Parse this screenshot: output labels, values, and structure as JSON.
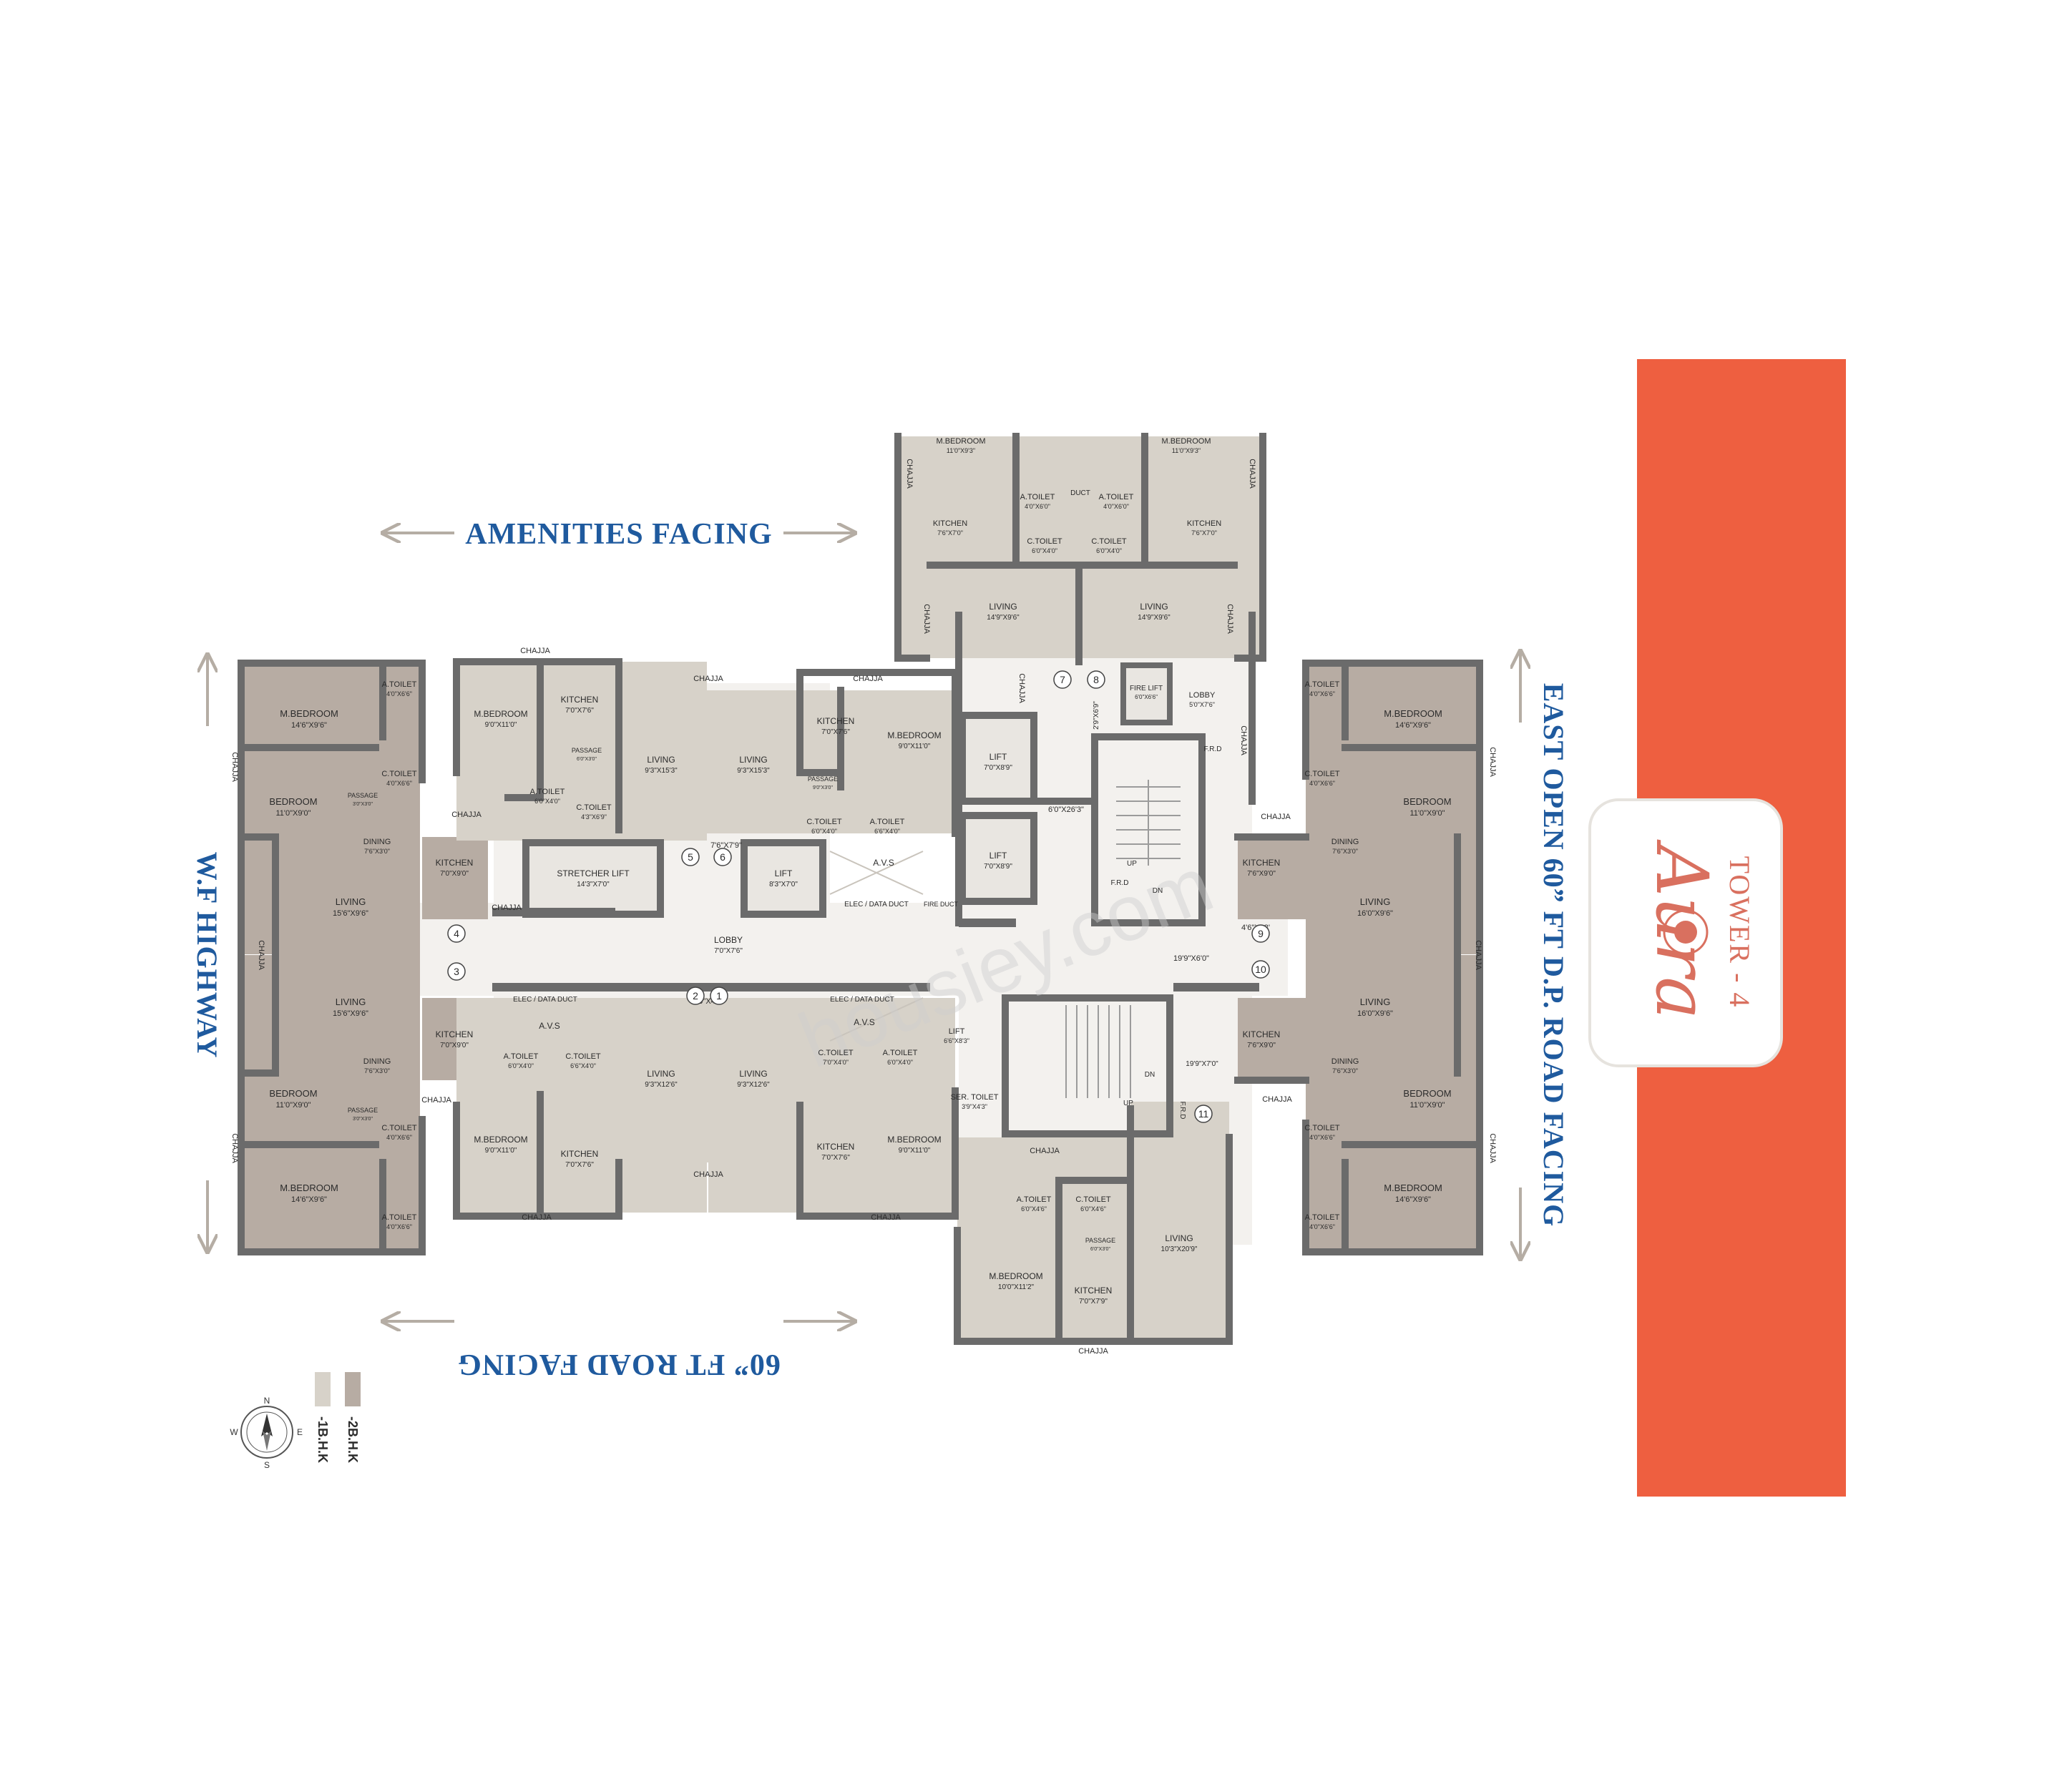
{
  "colors": {
    "brand_bar": "#ee5f40",
    "two_bhk": "#b7aca3",
    "one_bhk": "#d7d2c9",
    "wall": "#6b6b6b",
    "caption": "#1f5a9e",
    "logo": "#d9705f"
  },
  "brand": {
    "tower": "TOWER - 4",
    "name": "Aura"
  },
  "captions": {
    "top": "AMENITIES FACING",
    "bottom": "60” FT ROAD FACING",
    "left": "W.F HIGHWAY",
    "right": "EAST OPEN 60” FT D.P. ROAD FACING"
  },
  "legend": [
    {
      "label": "-1B.H.K",
      "color": "#d7d2c9"
    },
    {
      "label": "-2B.H.K",
      "color": "#b7aca3"
    }
  ],
  "compass": {
    "n": "N",
    "s": "S",
    "e": "E",
    "w": "W"
  },
  "watermark": "housiey.com",
  "rooms": {
    "tl_mbed": {
      "name": "M.BEDROOM",
      "dim": "14'6\"X9'6\""
    },
    "tl_atoilet": {
      "name": "A.TOILET",
      "dim": "4'0\"X6'6\""
    },
    "tl_bed": {
      "name": "BEDROOM",
      "dim": "11'0\"X9'0\""
    },
    "tl_ctoilet": {
      "name": "C.TOILET",
      "dim": "4'0\"X6'6\""
    },
    "tl_passage": {
      "name": "PASSAGE",
      "dim": "3'0\"X3'0\""
    },
    "tl_dining": {
      "name": "DINING",
      "dim": "7'6\"X3'0\""
    },
    "tl_kitchen": {
      "name": "KITCHEN",
      "dim": "7'0\"X9'0\""
    },
    "tl_living": {
      "name": "LIVING",
      "dim": "15'6\"X9'6\""
    },
    "bl_living": {
      "name": "LIVING",
      "dim": "15'6\"X9'6\""
    },
    "bl_kitchen": {
      "name": "KITCHEN",
      "dim": "7'0\"X9'0\""
    },
    "bl_dining": {
      "name": "DINING",
      "dim": "7'6\"X3'0\""
    },
    "bl_bed": {
      "name": "BEDROOM",
      "dim": "11'0\"X9'0\""
    },
    "bl_passage": {
      "name": "PASSAGE",
      "dim": "3'0\"X3'0\""
    },
    "bl_ctoilet": {
      "name": "C.TOILET",
      "dim": "4'0\"X6'6\""
    },
    "bl_mbed": {
      "name": "M.BEDROOM",
      "dim": "14'6\"X9'6\""
    },
    "bl_atoilet": {
      "name": "A.TOILET",
      "dim": "4'0\"X6'6\""
    },
    "u5_mbed": {
      "name": "M.BEDROOM",
      "dim": "9'0\"X11'0\""
    },
    "u5_kitchen": {
      "name": "KITCHEN",
      "dim": "7'0\"X7'6\""
    },
    "u5_passage": {
      "name": "PASSAGE",
      "dim": "6'0\"X3'0\""
    },
    "u5_atoilet": {
      "name": "A.TOILET",
      "dim": "6'0\"X4'0\""
    },
    "u5_ctoilet": {
      "name": "C.TOILET",
      "dim": "4'3\"X6'9\""
    },
    "u5_living": {
      "name": "LIVING",
      "dim": "9'3\"X15'3\""
    },
    "u6_living": {
      "name": "LIVING",
      "dim": "9'3\"X15'3\""
    },
    "u6_kitchen": {
      "name": "KITCHEN",
      "dim": "7'0\"X7'6\""
    },
    "u6_mbed": {
      "name": "M.BEDROOM",
      "dim": "9'0\"X11'0\""
    },
    "u6_passage": {
      "name": "PASSAGE",
      "dim": "9'0\"X3'0\""
    },
    "u6_ctoilet": {
      "name": "C.TOILET",
      "dim": "6'0\"X4'0\""
    },
    "u6_atoilet": {
      "name": "A.TOILET",
      "dim": "6'6\"X4'0\""
    },
    "u7_mbed": {
      "name": "M.BEDROOM",
      "dim": "11'0\"X9'3\""
    },
    "u7_kitchen": {
      "name": "KITCHEN",
      "dim": "7'6\"X7'0\""
    },
    "u7_atoilet": {
      "name": "A.TOILET",
      "dim": "4'0\"X6'0\""
    },
    "u7_ctoilet": {
      "name": "C.TOILET",
      "dim": "6'0\"X4'0\""
    },
    "u7_living": {
      "name": "LIVING",
      "dim": "14'9\"X9'6\""
    },
    "u8_mbed": {
      "name": "M.BEDROOM",
      "dim": "11'0\"X9'3\""
    },
    "u8_kitchen": {
      "name": "KITCHEN",
      "dim": "7'6\"X7'0\""
    },
    "u8_atoilet": {
      "name": "A.TOILET",
      "dim": "4'0\"X6'0\""
    },
    "u8_ctoilet": {
      "name": "C.TOILET",
      "dim": "6'0\"X4'0\""
    },
    "u8_living": {
      "name": "LIVING",
      "dim": "14'9\"X9'6\""
    },
    "u2_living": {
      "name": "LIVING",
      "dim": "9'3\"X12'6\""
    },
    "u2_mbed": {
      "name": "M.BEDROOM",
      "dim": "9'0\"X11'0\""
    },
    "u2_kitchen": {
      "name": "KITCHEN",
      "dim": "7'0\"X7'6\""
    },
    "u2_atoilet": {
      "name": "A.TOILET",
      "dim": "6'0\"X4'0\""
    },
    "u2_ctoilet": {
      "name": "C.TOILET",
      "dim": "6'6\"X4'0\""
    },
    "u1_living": {
      "name": "LIVING",
      "dim": "9'3\"X12'6\""
    },
    "u1_mbed": {
      "name": "M.BEDROOM",
      "dim": "9'0\"X11'0\""
    },
    "u1_kitchen": {
      "name": "KITCHEN",
      "dim": "7'0\"X7'6\""
    },
    "u1_ctoilet": {
      "name": "C.TOILET",
      "dim": "7'0\"X4'0\""
    },
    "u1_atoilet": {
      "name": "A.TOILET",
      "dim": "6'0\"X4'0\""
    },
    "u11_living": {
      "name": "LIVING",
      "dim": "10'3\"X20'9\""
    },
    "u11_mbed": {
      "name": "M.BEDROOM",
      "dim": "10'0\"X11'2\""
    },
    "u11_kitchen": {
      "name": "KITCHEN",
      "dim": "7'0\"X7'9\""
    },
    "u11_atoilet": {
      "name": "A.TOILET",
      "dim": "6'0\"X4'6\""
    },
    "u11_ctoilet": {
      "name": "C.TOILET",
      "dim": "6'0\"X4'6\""
    },
    "u11_passage": {
      "name": "PASSAGE",
      "dim": "6'0\"X3'0\""
    },
    "tr_atoilet": {
      "name": "A.TOILET",
      "dim": "4'0\"X6'6\""
    },
    "tr_mbed": {
      "name": "M.BEDROOM",
      "dim": "14'6\"X9'6\""
    },
    "tr_ctoilet": {
      "name": "C.TOILET",
      "dim": "4'0\"X6'6\""
    },
    "tr_bed": {
      "name": "BEDROOM",
      "dim": "11'0\"X9'0\""
    },
    "tr_dining": {
      "name": "DINING",
      "dim": "7'6\"X3'0\""
    },
    "tr_kitchen": {
      "name": "KITCHEN",
      "dim": "7'6\"X9'0\""
    },
    "tr_living": {
      "name": "LIVING",
      "dim": "16'0\"X9'6\""
    },
    "br_living": {
      "name": "LIVING",
      "dim": "16'0\"X9'6\""
    },
    "br_kitchen": {
      "name": "KITCHEN",
      "dim": "7'6\"X9'0\""
    },
    "br_dining": {
      "name": "DINING",
      "dim": "7'6\"X3'0\""
    },
    "br_bed": {
      "name": "BEDROOM",
      "dim": "11'0\"X9'0\""
    },
    "br_ctoilet": {
      "name": "C.TOILET",
      "dim": "4'0\"X6'6\""
    },
    "br_mbed": {
      "name": "M.BEDROOM",
      "dim": "14'6\"X9'6\""
    },
    "br_atoilet": {
      "name": "A.TOILET",
      "dim": "4'0\"X6'6\""
    },
    "core_lobby_w": {
      "name": "LOBBY",
      "dim": "7'0\"X7'6\""
    },
    "core_stretcher": {
      "name": "STRETCHER LIFT",
      "dim": "14'3\"X7'0\""
    },
    "core_lift_a": {
      "name": "LIFT",
      "dim": "8'3\"X7'0\""
    },
    "core_lift_b": {
      "name": "LIFT",
      "dim": "7'0\"X8'9\""
    },
    "core_lift_c": {
      "name": "LIFT",
      "dim": "7'0\"X8'9\""
    },
    "core_lift_d": {
      "name": "LIFT",
      "dim": "6'6\"X8'3\""
    },
    "core_fire_lift": {
      "name": "FIRE LIFT",
      "dim": "6'0\"X6'6\""
    },
    "core_lobby_e": {
      "name": "LOBBY",
      "dim": "5'0\"X7'6\""
    },
    "core_ser_toilet": {
      "name": "SER. TOILET",
      "dim": "3'9\"X4'3\""
    }
  },
  "labels": {
    "chajja": "CHAJJA",
    "avs": "A.V.S",
    "elec": "ELEC / DATA DUCT",
    "duct": "DUCT",
    "fire_duct": "FIRE DUCT",
    "frd": "F.R.D",
    "up": "UP",
    "dn": "DN",
    "dim_7_6x7_9": "7'6\"X7'9\"",
    "dim_6_0x26_3": "6'0\"X26'3\"",
    "dim_19_9x6_0": "19'9\"X6'0\"",
    "dim_4_6x13": "4'6\"X13'",
    "dim_5_0x4_3": "5'0\"X4'3\"",
    "dim_19_9x7_0": "19'9\"X7'0\"",
    "dim_2_9x6_9": "2'9\"X6'9\""
  },
  "flat_numbers": [
    "1",
    "2",
    "3",
    "4",
    "5",
    "6",
    "7",
    "8",
    "9",
    "10",
    "11"
  ]
}
